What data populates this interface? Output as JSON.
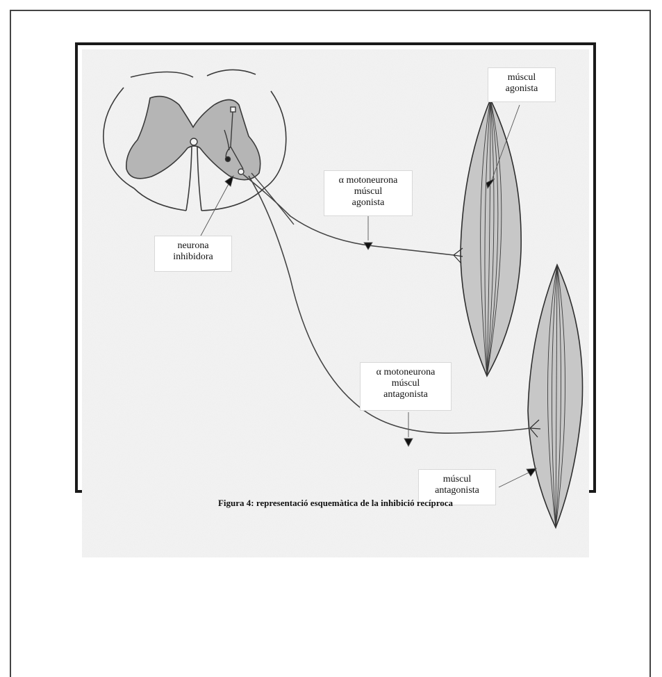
{
  "labels": {
    "agonist_muscle": [
      "múscul",
      "agonista"
    ],
    "motoneuron_agonist": [
      "α motoneurona",
      "múscul",
      "agonista"
    ],
    "inhibitory_neuron": [
      "neurona",
      "inhibidora"
    ],
    "motoneuron_antagonist": [
      "α motoneurona",
      "múscul",
      "antagonista"
    ],
    "antagonist_muscle": [
      "múscul",
      "antagonista"
    ]
  },
  "caption": "Figura 4: representació esquemàtica de la inhibició recíproca",
  "colors": {
    "frame": "#1a1a1a",
    "gray_matter": "#b5b5b5",
    "muscle_fill": "#c7c7c7",
    "line": "#3a3a3a",
    "background_paper": "#f3f3f3"
  }
}
